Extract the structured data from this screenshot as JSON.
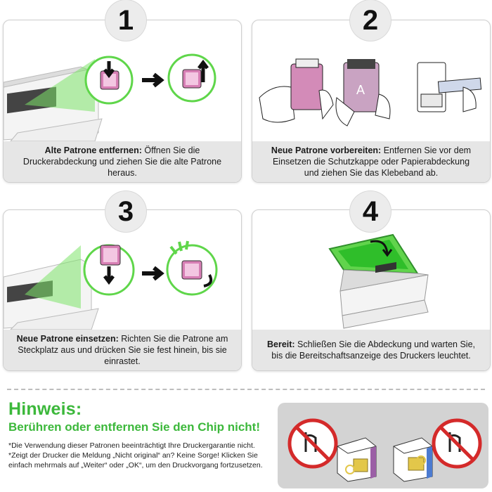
{
  "steps": [
    {
      "number": "1",
      "title": "Alte Patrone entfernen:",
      "text": " Öffnen Sie die Druckerabdeckung und ziehen Sie die alte Patrone heraus."
    },
    {
      "number": "2",
      "title": "Neue Patrone vorbereiten:",
      "text": " Entfernen Sie vor dem Einsetzen die Schutzkappe oder Papierabdeckung und ziehen Sie das Klebeband ab."
    },
    {
      "number": "3",
      "title": "Neue Patrone einsetzen:",
      "text": " Richten Sie die Patrone am Steckplatz aus und drücken Sie sie fest hinein, bis sie einrastet."
    },
    {
      "number": "4",
      "title": "Bereit:",
      "text": " Schließen Sie die Abdeckung und warten Sie, bis die Bereitschaftsanzeige des Druckers leuchtet."
    }
  ],
  "note": {
    "title": "Hinweis:",
    "subtitle": "Berühren oder entfernen Sie den Chip nicht!",
    "line1": "*Die Verwendung dieser Patronen beeinträchtigt Ihre Druckergarantie nicht.",
    "line2": "*Zeigt der Drucker die Meldung „Nicht original“ an? Keine Sorge! Klicken Sie einfach mehrmals auf „Weiter“ oder „OK“, um den Druckvorgang fortzusetzen."
  },
  "icons": [
    "arrow-right-icon",
    "no-touch-icon",
    "cartridge-icon",
    "printer-icon"
  ],
  "colors": {
    "accent_green": "#3cb83b",
    "highlight_green": "#5fd64a",
    "magenta": "#c0508f",
    "caption_gray": "#e6e6e6"
  }
}
